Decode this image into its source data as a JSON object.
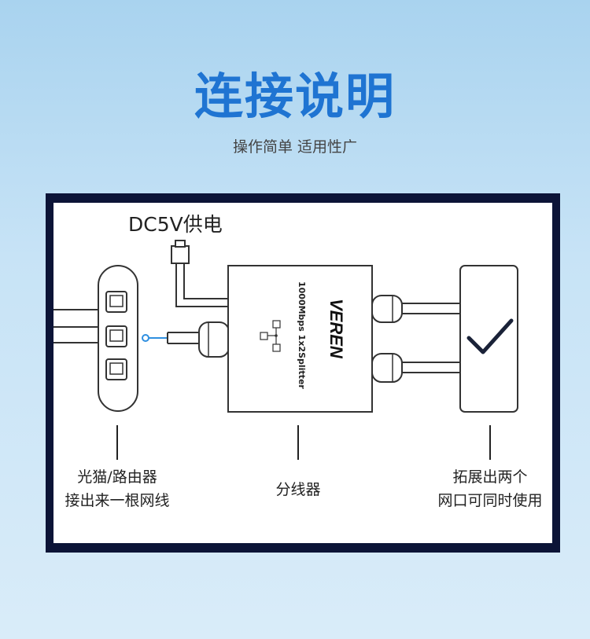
{
  "header": {
    "title": "连接说明",
    "subtitle": "操作简单 适用性广"
  },
  "diagram": {
    "power_label": "DC5V供电",
    "device_text_top": "1000Mbps 1x2Splitter",
    "brand": "VEREN",
    "left_label_line1": "光猫/路由器",
    "left_label_line2": "接出来一根网线",
    "middle_label": "分线器",
    "right_label_line1": "拓展出两个",
    "right_label_line2": "网口可同时使用"
  },
  "colors": {
    "title": "#1f74d2",
    "frame": "#0c1437",
    "connector_dot": "#2f8fe0"
  }
}
